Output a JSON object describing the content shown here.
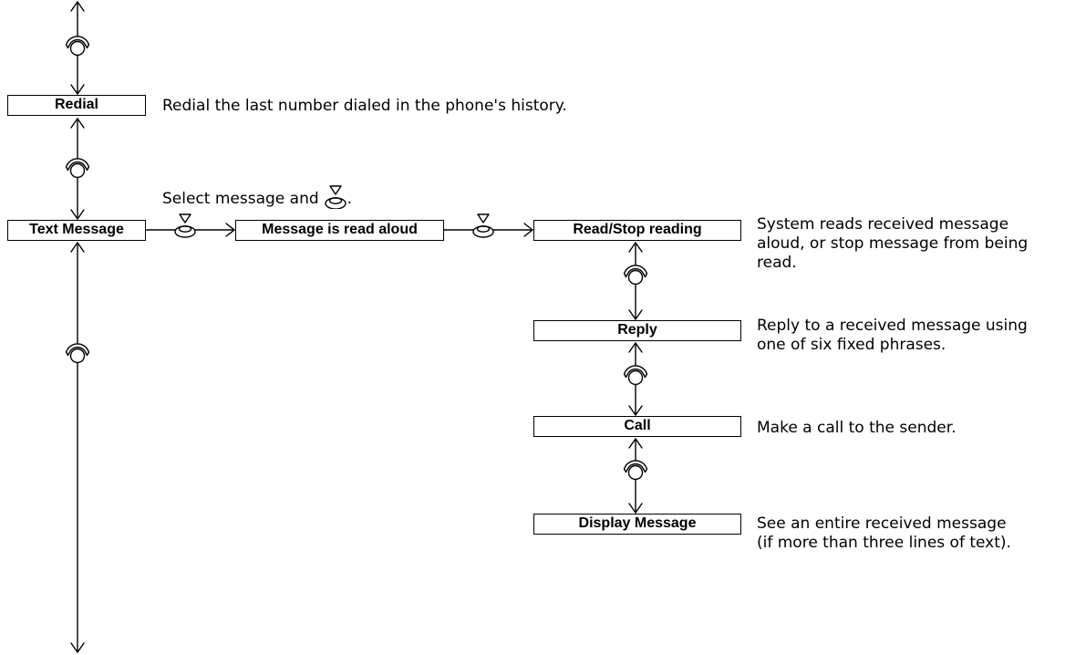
{
  "menu_items": {
    "redial": "Redial",
    "text_message": "Text Message",
    "message_read_aloud": "Message is read aloud",
    "read_stop": "Read/Stop reading",
    "reply": "Reply",
    "call": "Call",
    "display_message": "Display Message"
  },
  "descriptions": {
    "redial": [
      "Redial the last number dialed in the phone's history."
    ],
    "read_stop": [
      "System reads received message",
      "aloud, or stop message from being",
      "read."
    ],
    "reply": [
      "Reply to a received message using",
      "one of six fixed phrases."
    ],
    "call": [
      "Make a call to the sender."
    ],
    "display_message": [
      "See an entire received message",
      "(if more than three lines of text)."
    ]
  },
  "instruction": {
    "text": "Select message and",
    "suffix": "."
  },
  "icons": {
    "rotate": "rotate-knob-icon",
    "press": "press-knob-icon",
    "arrow": "open-arrowhead"
  }
}
